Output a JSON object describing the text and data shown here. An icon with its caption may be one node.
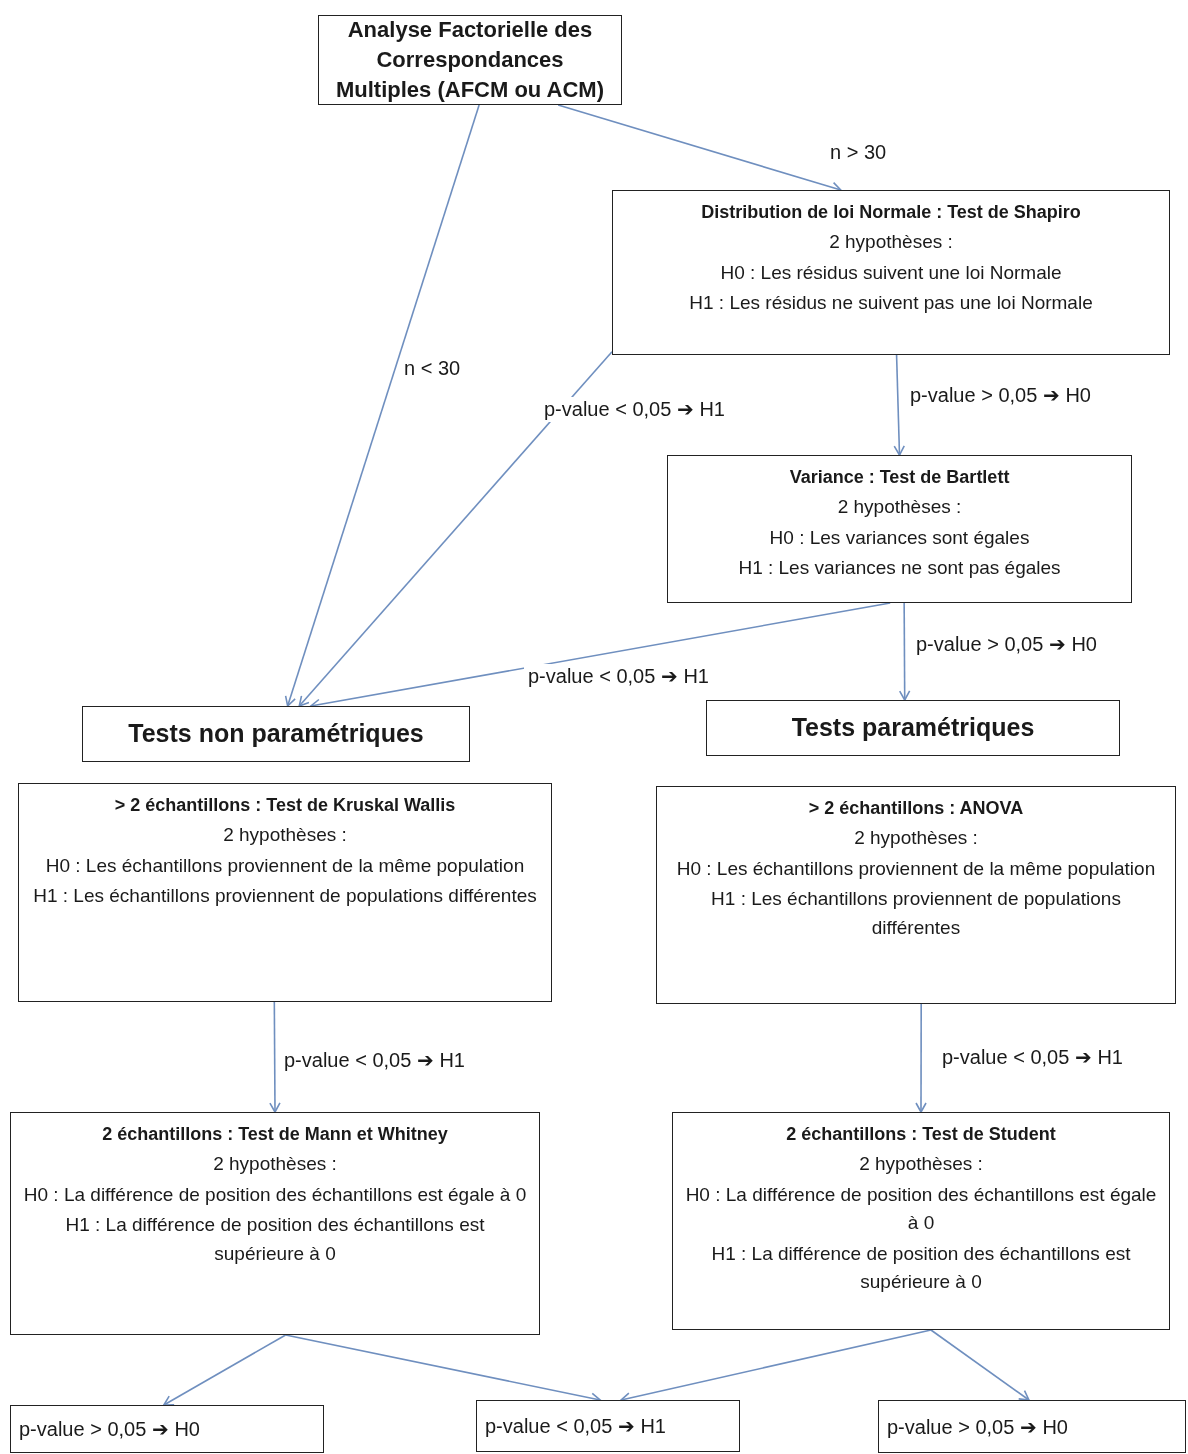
{
  "diagram": {
    "nodes": [
      {
        "text": [
          "Analyse Factorielle des Correspondances Multiples (AFCM ou ACM)"
        ]
      },
      {
        "text": [
          "Distribution de loi Normale : Test de Shapiro",
          "2 hypothèses :",
          "H0 : Les résidus suivent une loi Normale",
          "H1 : Les résidus ne suivent pas une loi Normale"
        ]
      },
      {
        "text": [
          "Variance : Test de Bartlett",
          "2 hypothèses :",
          "H0 : Les variances sont égales",
          "H1 : Les variances ne sont pas égales"
        ]
      },
      {
        "text": [
          "Tests non paramétriques"
        ]
      },
      {
        "text": [
          "Tests paramétriques"
        ]
      },
      {
        "text": [
          "> 2 échantillons : Test de Kruskal Wallis",
          "2 hypothèses :",
          "H0 : Les échantillons proviennent de la même population",
          "H1 : Les échantillons proviennent de populations différentes"
        ]
      },
      {
        "text": [
          "> 2 échantillons : ANOVA",
          "2 hypothèses :",
          "H0 : Les échantillons proviennent de la même population",
          "H1 : Les échantillons proviennent de populations différentes"
        ]
      },
      {
        "text": [
          "2 échantillons : Test de Mann et Whitney",
          "2 hypothèses :",
          "H0 : La différence de position des échantillons est égale à 0",
          "H1 : La différence de position des échantillons est supérieure à 0"
        ]
      },
      {
        "text": [
          "2 échantillons : Test de Student",
          "2 hypothèses :",
          "H0 : La différence de position des échantillons est égale à 0",
          "H1 : La différence de position des échantillons est supérieure à 0"
        ]
      },
      {
        "text": [
          "p-value > 0,05 ➔ H0"
        ]
      },
      {
        "text": [
          "p-value < 0,05 ➔ H1"
        ]
      },
      {
        "text": [
          "p-value > 0,05 ➔ H0"
        ]
      }
    ],
    "edges": [
      {
        "from": 0,
        "to": 1,
        "arrow": "to",
        "label": "n > 30"
      },
      {
        "from": 0,
        "to": 3,
        "arrow": "to",
        "label": "n < 30"
      },
      {
        "from": 1,
        "to": 3,
        "arrow": "to",
        "label": "p-value < 0,05 ➔ H1"
      },
      {
        "from": 1,
        "to": 2,
        "arrow": "to",
        "label": "p-value > 0,05 ➔ H0"
      },
      {
        "from": 2,
        "to": 3,
        "arrow": "to",
        "label": "p-value < 0,05 ➔ H1"
      },
      {
        "from": 2,
        "to": 4,
        "arrow": "to",
        "label": "p-value > 0,05 ➔ H0"
      },
      {
        "from": 5,
        "to": 7,
        "arrow": "to",
        "label": "p-value < 0,05 ➔ H1"
      },
      {
        "from": 6,
        "to": 8,
        "arrow": "to",
        "label": "p-value < 0,05 ➔ H1"
      },
      {
        "from": 7,
        "to": 9,
        "arrow": "to"
      },
      {
        "from": 7,
        "to": 10,
        "arrow": "to"
      },
      {
        "from": 8,
        "to": 10,
        "arrow": "to"
      },
      {
        "from": 8,
        "to": 11,
        "arrow": "to"
      }
    ]
  }
}
